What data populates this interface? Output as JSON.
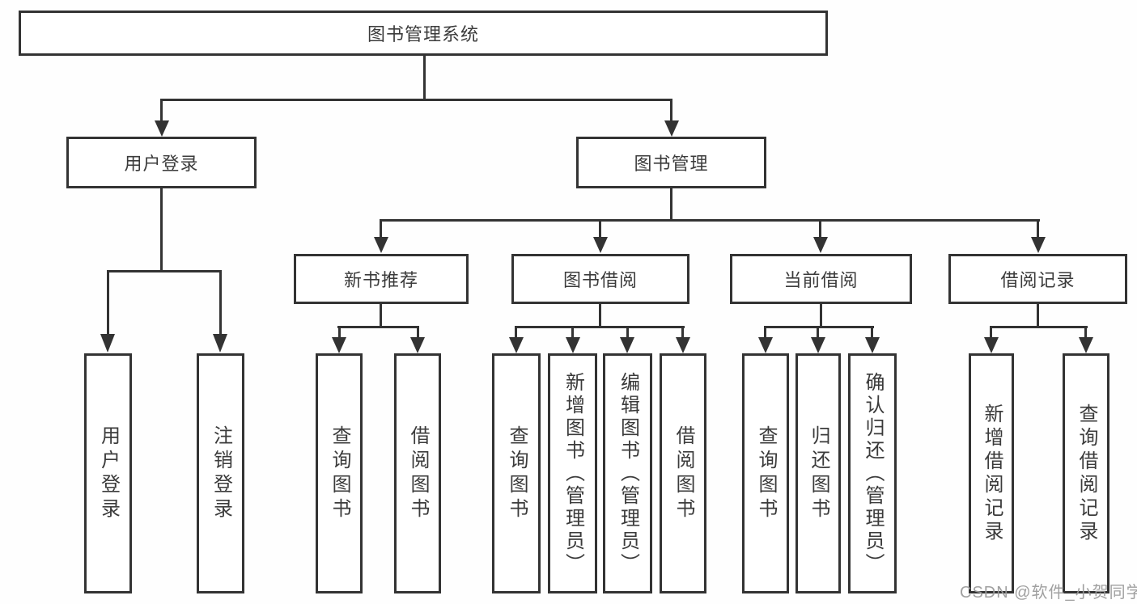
{
  "diagram": {
    "title": "图书管理系统",
    "root": {
      "label": "图书管理系统",
      "children": [
        {
          "label": "用户登录",
          "children": [
            {
              "label": "用户登录"
            },
            {
              "label": "注销登录"
            }
          ]
        },
        {
          "label": "图书管理",
          "children": [
            {
              "label": "新书推荐",
              "children": [
                {
                  "label": "查询图书"
                },
                {
                  "label": "借阅图书"
                }
              ]
            },
            {
              "label": "图书借阅",
              "children": [
                {
                  "label": "查询图书"
                },
                {
                  "label": "新增图书（管理员）"
                },
                {
                  "label": "编辑图书（管理员）"
                },
                {
                  "label": "借阅图书"
                }
              ]
            },
            {
              "label": "当前借阅",
              "children": [
                {
                  "label": "查询图书"
                },
                {
                  "label": "归还图书"
                },
                {
                  "label": "确认归还（管理员）"
                }
              ]
            },
            {
              "label": "借阅记录",
              "children": [
                {
                  "label": "新增借阅记录"
                },
                {
                  "label": "查询借阅记录"
                }
              ]
            }
          ]
        }
      ]
    },
    "colors": {
      "line": "#333333",
      "text": "#3b3b3b",
      "background": "#ffffff",
      "watermark": "#9b9b9b"
    }
  },
  "watermark": {
    "text": "CSDN @软件_小贺同学"
  }
}
